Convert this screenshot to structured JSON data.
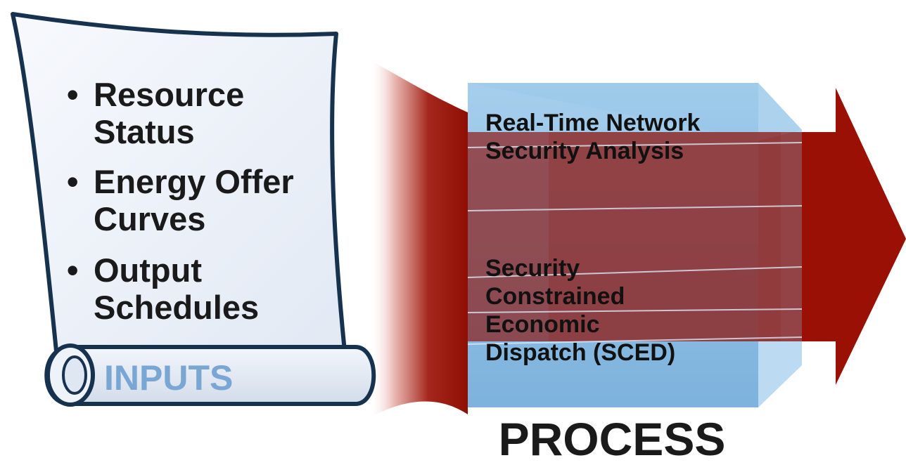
{
  "inputs": {
    "bullet_glyph": "•",
    "items": [
      {
        "line1": "Resource",
        "line2": "Status"
      },
      {
        "line1": "Energy Offer",
        "line2": "Curves"
      },
      {
        "line1": "Output",
        "line2": "Schedules"
      }
    ],
    "label": "INPUTS"
  },
  "process": {
    "step1": {
      "line1": "Real-Time Network",
      "line2": "Security Analysis"
    },
    "step2": {
      "line1": "Security",
      "line2": "Constrained",
      "line3": "Economic",
      "line4": "Dispatch (SCED)"
    },
    "label": "PROCESS"
  },
  "colors": {
    "arrow_red": "#9b1004",
    "scroll_outline": "#17324f",
    "scroll_fill": "#eef3fa",
    "cube_blue": "#7fb6df",
    "inputs_label": "#7aa6d4",
    "text_dark": "#1a1a1a"
  }
}
